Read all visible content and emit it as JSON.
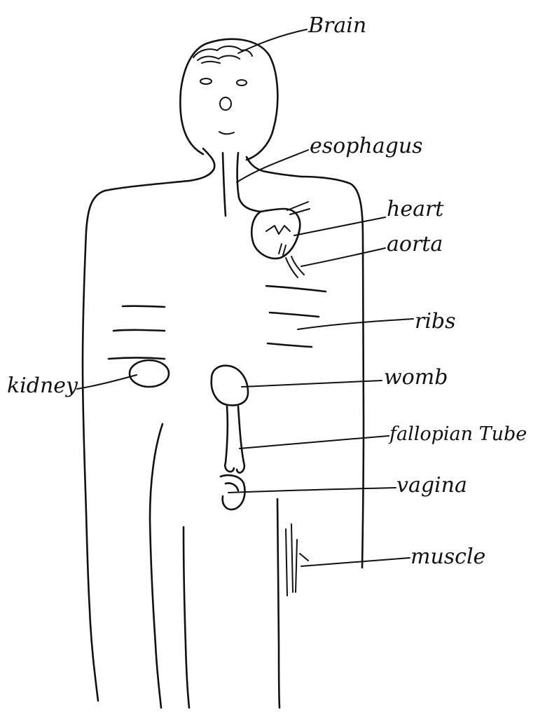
{
  "labels": {
    "brain": "Brain",
    "esophagus": "esophagus",
    "heart": "heart",
    "aorta": "aorta",
    "ribs": "ribs",
    "kidney": "kidney",
    "womb": "womb",
    "fallopian_tube": "fallopian Tube",
    "vagina": "vagina",
    "muscle": "muscle"
  },
  "caption": "",
  "colors": {
    "ink": "#111111",
    "background": "#ffffff"
  }
}
